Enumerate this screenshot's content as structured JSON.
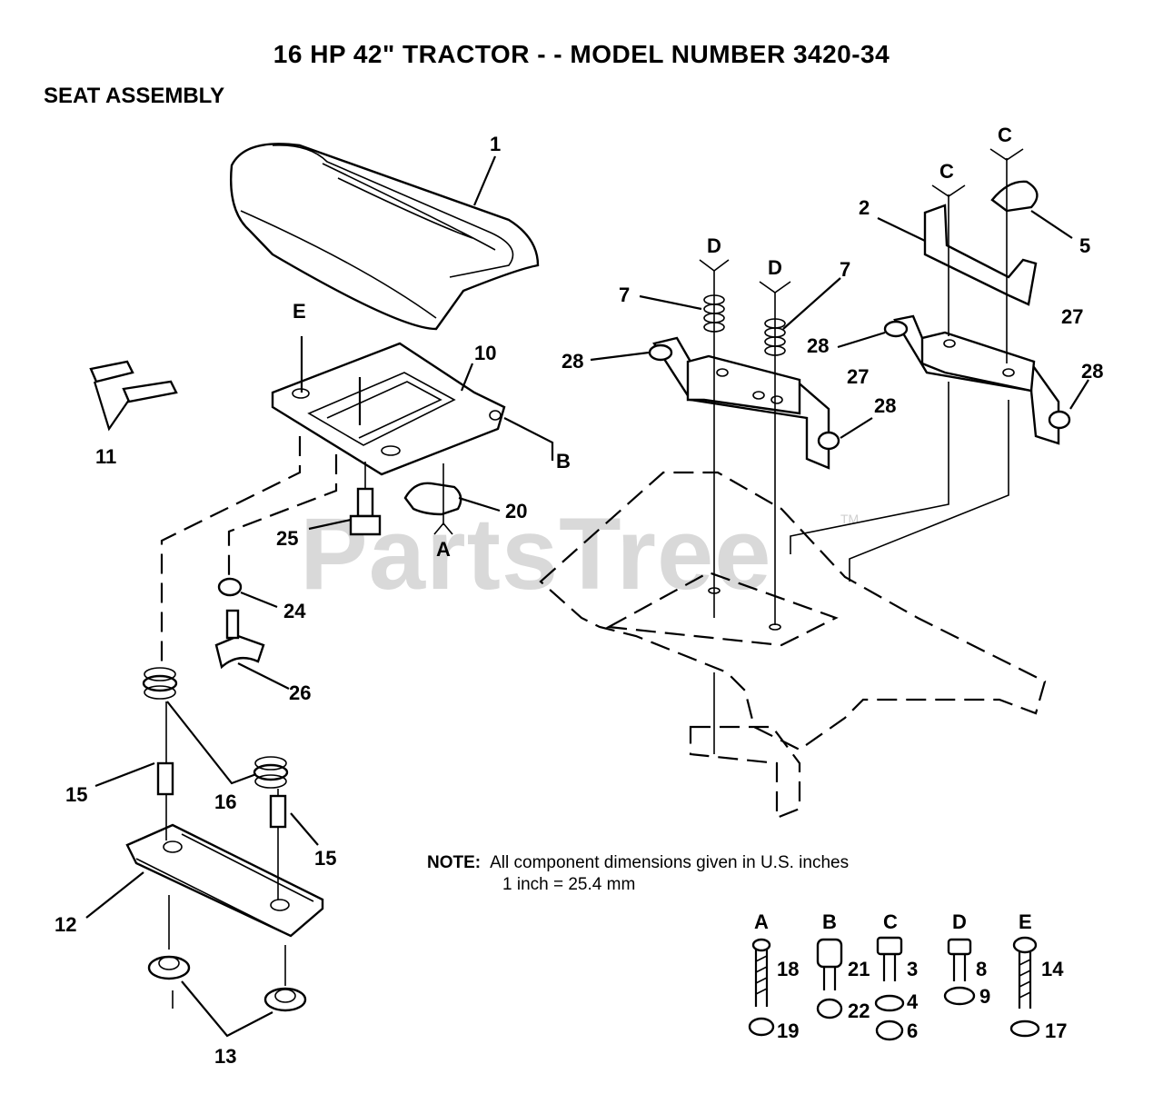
{
  "title": "16 HP 42\" TRACTOR - - MODEL NUMBER 3420-34",
  "subtitle": "SEAT ASSEMBLY",
  "note": {
    "label": "NOTE:",
    "line1": "All component dimensions given in U.S. inches",
    "line2": "1 inch = 25.4 mm"
  },
  "watermark": {
    "text": "PartsTree",
    "tm": "TM"
  },
  "callouts": {
    "c1": "1",
    "c2": "2",
    "c5": "5",
    "c7a": "7",
    "c7b": "7",
    "c10": "10",
    "c11": "11",
    "c12": "12",
    "c13": "13",
    "c15a": "15",
    "c15b": "15",
    "c16": "16",
    "c20": "20",
    "c24": "24",
    "c25": "25",
    "c26": "26",
    "c27a": "27",
    "c27b": "27",
    "c28a": "28",
    "c28b": "28",
    "c28c": "28",
    "c28d": "28"
  },
  "refs": {
    "ca": "C",
    "cb": "C",
    "da": "D",
    "db": "D",
    "e": "E",
    "b": "B",
    "a": "A"
  },
  "hardware": [
    {
      "letter": "A",
      "top": "18",
      "bottom": "19"
    },
    {
      "letter": "B",
      "top": "21",
      "bottom": "22"
    },
    {
      "letter": "C",
      "top": "3",
      "mid": "4",
      "bottom": "6"
    },
    {
      "letter": "D",
      "top": "8",
      "bottom": "9"
    },
    {
      "letter": "E",
      "top": "14",
      "bottom": "17"
    }
  ]
}
